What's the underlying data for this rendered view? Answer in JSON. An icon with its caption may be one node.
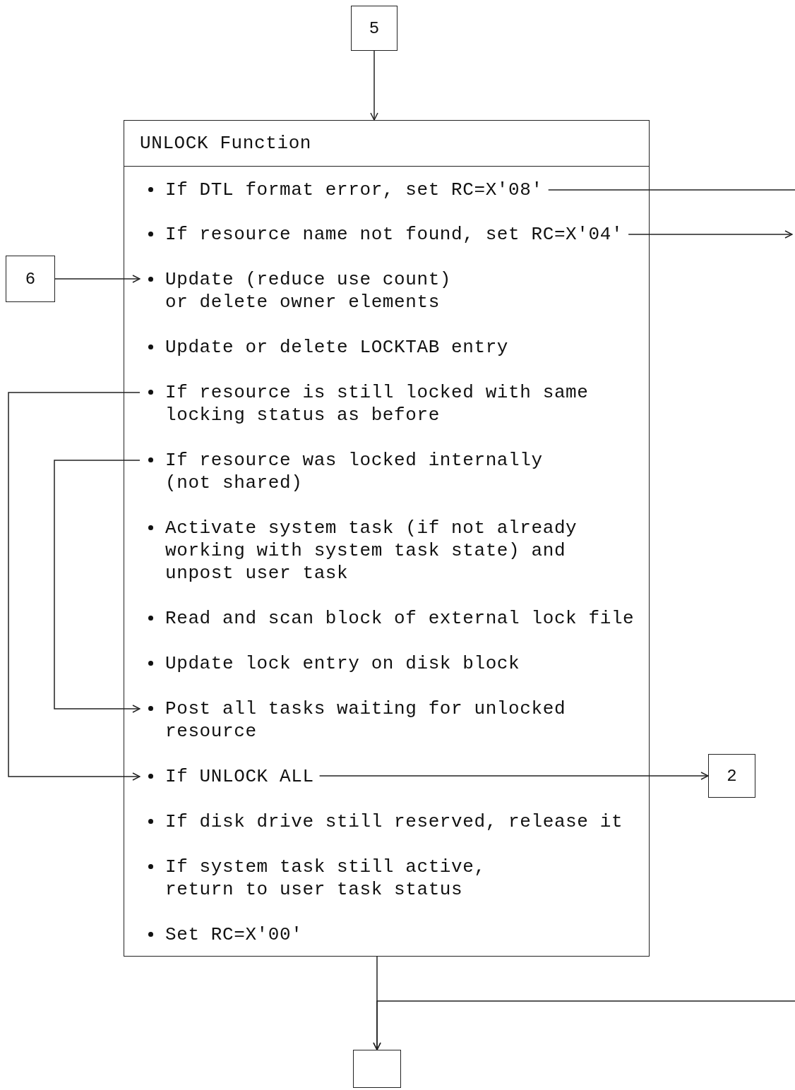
{
  "diagram": {
    "nodes": [
      {
        "text": [
          "5"
        ]
      },
      {
        "text": [
          "UNLOCK Function"
        ]
      },
      {
        "text": [
          "If DTL format error, set RC=X'08'"
        ],
        "in": 1
      },
      {
        "text": [
          "If resource name not found, set RC=X'04'"
        ],
        "in": 1
      },
      {
        "text": [
          "Update (reduce use count) or delete owner elements"
        ],
        "in": 1
      },
      {
        "text": [
          "Update or delete LOCKTAB entry"
        ],
        "in": 1
      },
      {
        "text": [
          "If resource is still locked with same locking status as before"
        ],
        "in": 1
      },
      {
        "text": [
          "If resource was locked internally (not shared)"
        ],
        "in": 1
      },
      {
        "text": [
          "Activate system task (if not already working with system task state) and unpost user task"
        ],
        "in": 1
      },
      {
        "text": [
          "Read and scan block of external lock file"
        ],
        "in": 1
      },
      {
        "text": [
          "Update lock entry on disk block"
        ],
        "in": 1
      },
      {
        "text": [
          "Post all tasks waiting for unlocked resource"
        ],
        "in": 1
      },
      {
        "text": [
          "If UNLOCK ALL"
        ],
        "in": 1
      },
      {
        "text": [
          "If disk drive still reserved, release it"
        ],
        "in": 1
      },
      {
        "text": [
          "If system task still active, return to user task status"
        ],
        "in": 1
      },
      {
        "text": [
          "Set RC=X'00'"
        ],
        "in": 1
      },
      {
        "text": [
          "6"
        ]
      },
      {
        "text": [
          "2"
        ]
      },
      {
        "text": [],
        "shape": "box"
      }
    ],
    "edges": [
      {
        "from": 0,
        "to": 1,
        "arrow": "to"
      },
      {
        "from": 2,
        "to": null,
        "arrow": "none"
      },
      {
        "from": 3,
        "to": null,
        "arrow": "to"
      },
      {
        "from": 16,
        "to": 4,
        "arrow": "to"
      },
      {
        "from": 6,
        "to": 12,
        "arrow": "to"
      },
      {
        "from": 7,
        "to": 11,
        "arrow": "to"
      },
      {
        "from": 12,
        "to": 17,
        "arrow": "to"
      },
      {
        "from": 1,
        "to": 18,
        "arrow": "to"
      },
      {
        "from": null,
        "to": 18,
        "arrow": "to"
      }
    ]
  }
}
